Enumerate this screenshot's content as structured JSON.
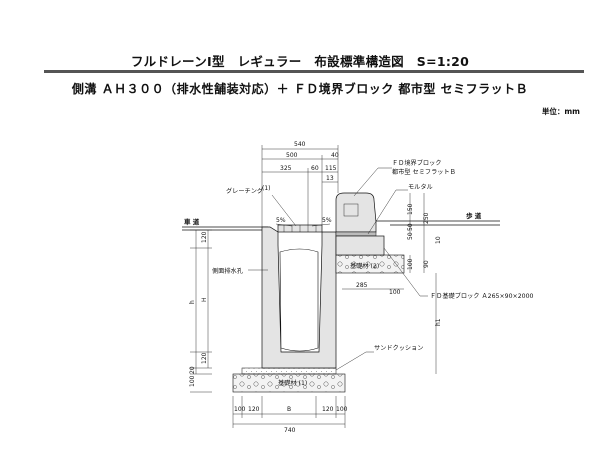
{
  "header": {
    "title": "フルドレーンⅠ型　レギュラー　布設標準構造図　S=1:20",
    "subtitle": "側溝 ＡＨ３００（排水性舗装対応）＋ ＦＤ境界ブロック 都市型 セミフラットＢ",
    "unit": "単位：mm"
  },
  "labels": {
    "grating": "グレーチング",
    "grating_note": "(1)",
    "fd_block_line1": "ＦＤ境界ブロック",
    "fd_block_line2": "都市型 セミフラットＢ",
    "mortar": "モルタル",
    "roadway": "車 道",
    "sidewalk": "歩 道",
    "side_drain_hole": "側面排水孔",
    "base_material_2": "基礎材 (2)",
    "fd_base_block": "ＦＤ基礎ブロック Ａ265×90×2000",
    "sand_cushion": "サンドクッション",
    "base_material_1": "基礎材 (1)",
    "slope_left": "5%",
    "slope_right": "5%"
  },
  "dimensions": {
    "top_540": "540",
    "top_500": "500",
    "top_40": "40",
    "top_325": "325",
    "top_60": "60",
    "top_115": "115",
    "top_13": "13",
    "right_150": "150",
    "right_250": "250",
    "right_50": "50",
    "right_50b": "50",
    "right_10": "10",
    "right_100": "100",
    "right_90": "90",
    "base_285": "285",
    "base_100": "100",
    "left_120_top": "120",
    "left_H": "H",
    "left_h": "h",
    "left_120_bot": "120",
    "left_100": "100",
    "left_20": "20",
    "right_h1": "h1",
    "bot_100a": "100",
    "bot_120a": "120",
    "bot_B": "B",
    "bot_120b": "120",
    "bot_100b": "100",
    "bot_740": "740"
  }
}
